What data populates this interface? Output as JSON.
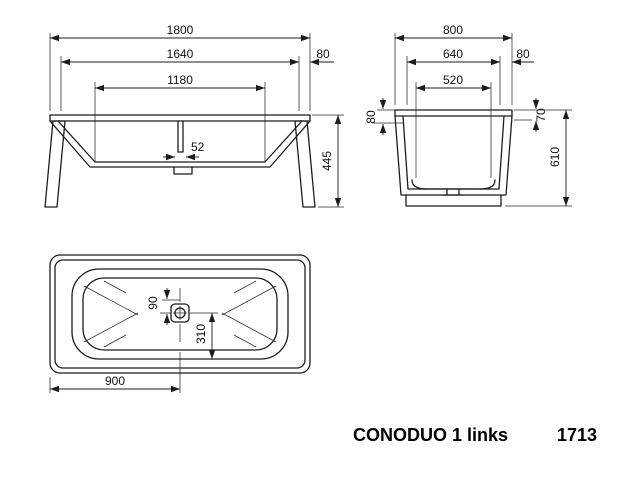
{
  "title": {
    "model": "CONODUO 1 links",
    "number": "1713"
  },
  "front_view": {
    "overall_length": "1800",
    "inner_length": "1640",
    "rim_width": "80",
    "bottom_length": "1180",
    "overflow_offset": "52",
    "height": "445"
  },
  "end_view": {
    "overall_width": "800",
    "inner_width": "640",
    "rim_width": "80",
    "bottom_width": "520",
    "rim_depth": "80",
    "edge_depth": "70",
    "total_height": "610"
  },
  "plan_view": {
    "drain_offset": "90",
    "drain_to_edge": "310",
    "drain_from_end": "900"
  }
}
